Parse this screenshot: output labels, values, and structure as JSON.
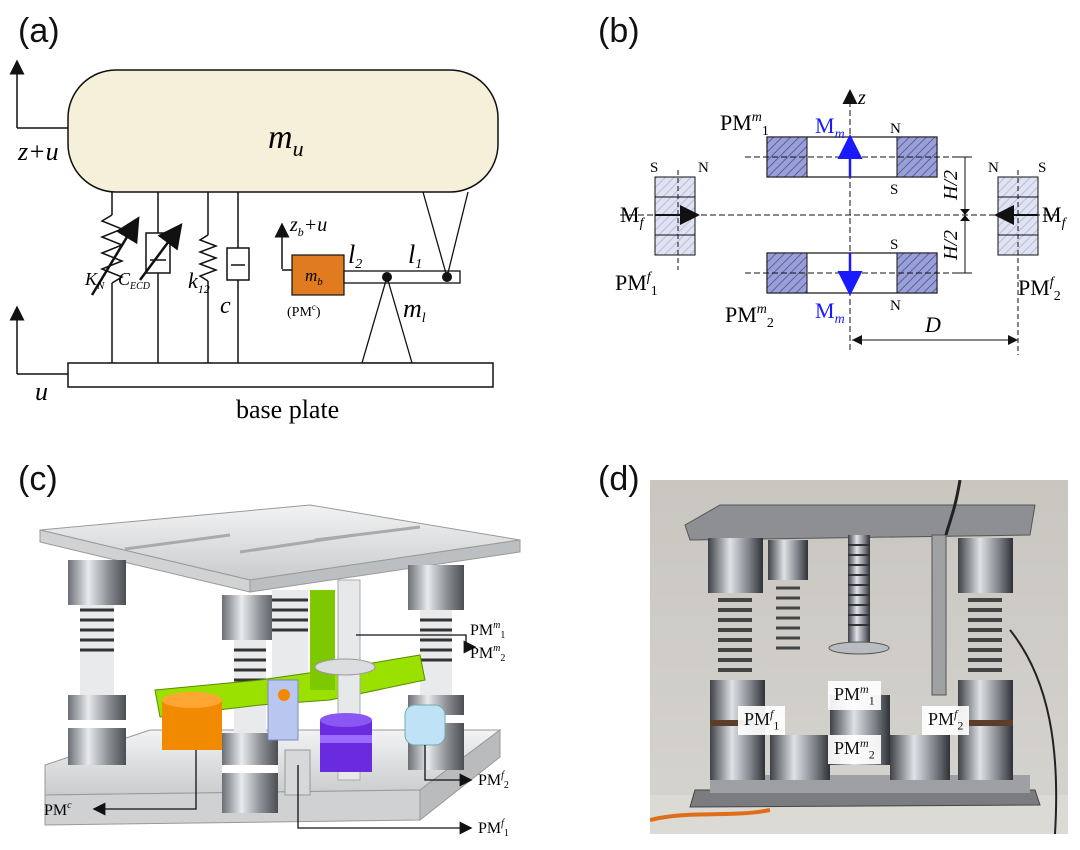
{
  "panels": {
    "a": {
      "label": "(a)",
      "mass_u": "m",
      "mass_u_sub": "u",
      "coord_top": "z+u",
      "coord_base": "u",
      "kn": "K",
      "kn_sub": "N",
      "cecd": "C",
      "cecd_sub": "ECD",
      "k12": "k",
      "k12_sub": "12",
      "c": "c",
      "zb": "z",
      "zb_sub": "b",
      "zb_tail": "+u",
      "mb": "m",
      "mb_sub": "b",
      "pmc_open": "(PM",
      "pmc_sup": "c",
      "pmc_close": ")",
      "l2": "l",
      "l2_sub": "2",
      "l1": "l",
      "l1_sub": "1",
      "ml": "m",
      "ml_sub": "l",
      "base": "base plate"
    },
    "b": {
      "label": "(b)",
      "z": "z",
      "pmm1": "PM",
      "pmm1_sup": "m",
      "pmm1_sub": "1",
      "pmm2": "PM",
      "pmm2_sup": "m",
      "pmm2_sub": "2",
      "pmf1": "PM",
      "pmf1_sup": "f",
      "pmf1_sub": "1",
      "pmf2": "PM",
      "pmf2_sup": "f",
      "pmf2_sub": "2",
      "mm_top": "M",
      "mm_top_sub": "m",
      "mm_bot": "M",
      "mm_bot_sub": "m",
      "mf_left": "M",
      "mf_left_sub": "f",
      "mf_right": "M",
      "mf_right_sub": "f",
      "n": "N",
      "s": "S",
      "h2": "H/2",
      "d": "D"
    },
    "c": {
      "label": "(c)",
      "pmm_1": "PM",
      "pmm_1_sup": "m",
      "pmm_1_sub": "1",
      "pmm_2": "PM",
      "pmm_2_sup": "m",
      "pmm_2_sub": "2",
      "pmf_2": "PM",
      "pmf_2_sup": "f",
      "pmf_2_sub": "2",
      "pmf_1": "PM",
      "pmf_1_sup": "f",
      "pmf_1_sub": "1",
      "pmc": "PM",
      "pmc_sup": "c"
    },
    "d": {
      "label": "(d)",
      "pmm1": "PM",
      "pmm1_sup": "m",
      "pmm1_sub": "1",
      "pmm2": "PM",
      "pmm2_sup": "m",
      "pmm2_sub": "2",
      "pmf1": "PM",
      "pmf1_sup": "f",
      "pmf1_sub": "1",
      "pmf2": "PM",
      "pmf2_sup": "f",
      "pmf2_sub": "2"
    }
  },
  "colors": {
    "mass_fill": "#f6efd9",
    "mb_fill": "#e07b1f",
    "magnet_hatch": "#6f74b8",
    "arrow_blue": "#1a1aff",
    "spring_green": "#8fd400",
    "orange_magnet": "#f28a00",
    "purple_magnet": "#6a2be0"
  }
}
